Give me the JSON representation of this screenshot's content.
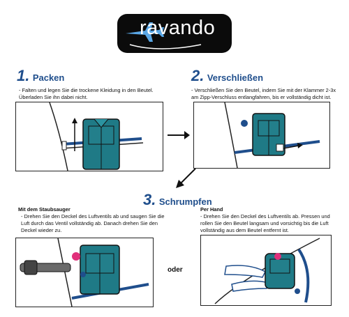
{
  "logo": {
    "text": "ravando"
  },
  "steps": [
    {
      "number": "1.",
      "title": "Packen",
      "lines": [
        "- Falten und legen Sie die trockene Kleidung in den Beutel.",
        "Überladen Sie ihn dabei nicht."
      ]
    },
    {
      "number": "2.",
      "title": "Verschließen",
      "lines": [
        "- Verschließen Sie den Beutel, indem Sie mit der Klammer 2-3x",
        "am Zipp-Verschluss entlangfahren, bis er vollständig dicht ist."
      ]
    },
    {
      "number": "3.",
      "title": "Schrumpfen"
    }
  ],
  "methods": [
    {
      "title": "Mit dem Staubsauger",
      "lines": [
        "- Drehen Sie den Deckel des Luftventils ab und saugen Sie die",
        "Luft durch das Ventil vollständig ab. Danach drehen Sie den",
        "Deckel wieder zu."
      ]
    },
    {
      "title": "Per Hand",
      "lines": [
        "- Drehen Sie den Deckel des Luftventils ab. Pressen und",
        "rollen Sie den Beutel langsam und vorsichtig bis die Luft",
        "vollständig aus dem Beutel entfernt ist."
      ]
    }
  ],
  "separator": "oder",
  "colors": {
    "accent": "#1f4e8c",
    "shirt": "#1f7a86",
    "valve": "#e0307a"
  }
}
